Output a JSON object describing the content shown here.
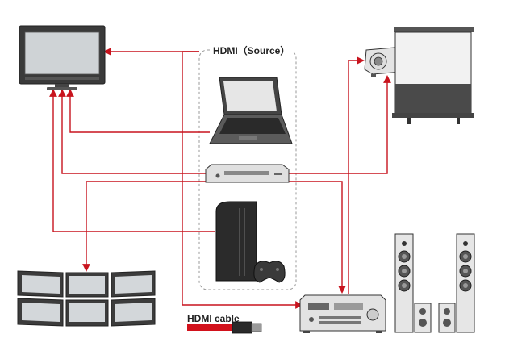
{
  "source_group": {
    "label": "HDMI（Source）"
  },
  "legend": {
    "cable_label": "HDMI cable"
  },
  "colors": {
    "hdmi_line": "#c8141e",
    "device_dark": "#333333",
    "device_light": "#d9d9d9",
    "background": "#ffffff"
  },
  "devices": {
    "tv_monitor": "tv-monitor",
    "projector": "projector",
    "projection_screen": "projection-screen",
    "laptop": "laptop",
    "player": "blu-ray-player",
    "console": "game-console",
    "video_wall": "video-wall-monitors",
    "av_receiver": "av-receiver",
    "speakers": "speaker-system"
  }
}
